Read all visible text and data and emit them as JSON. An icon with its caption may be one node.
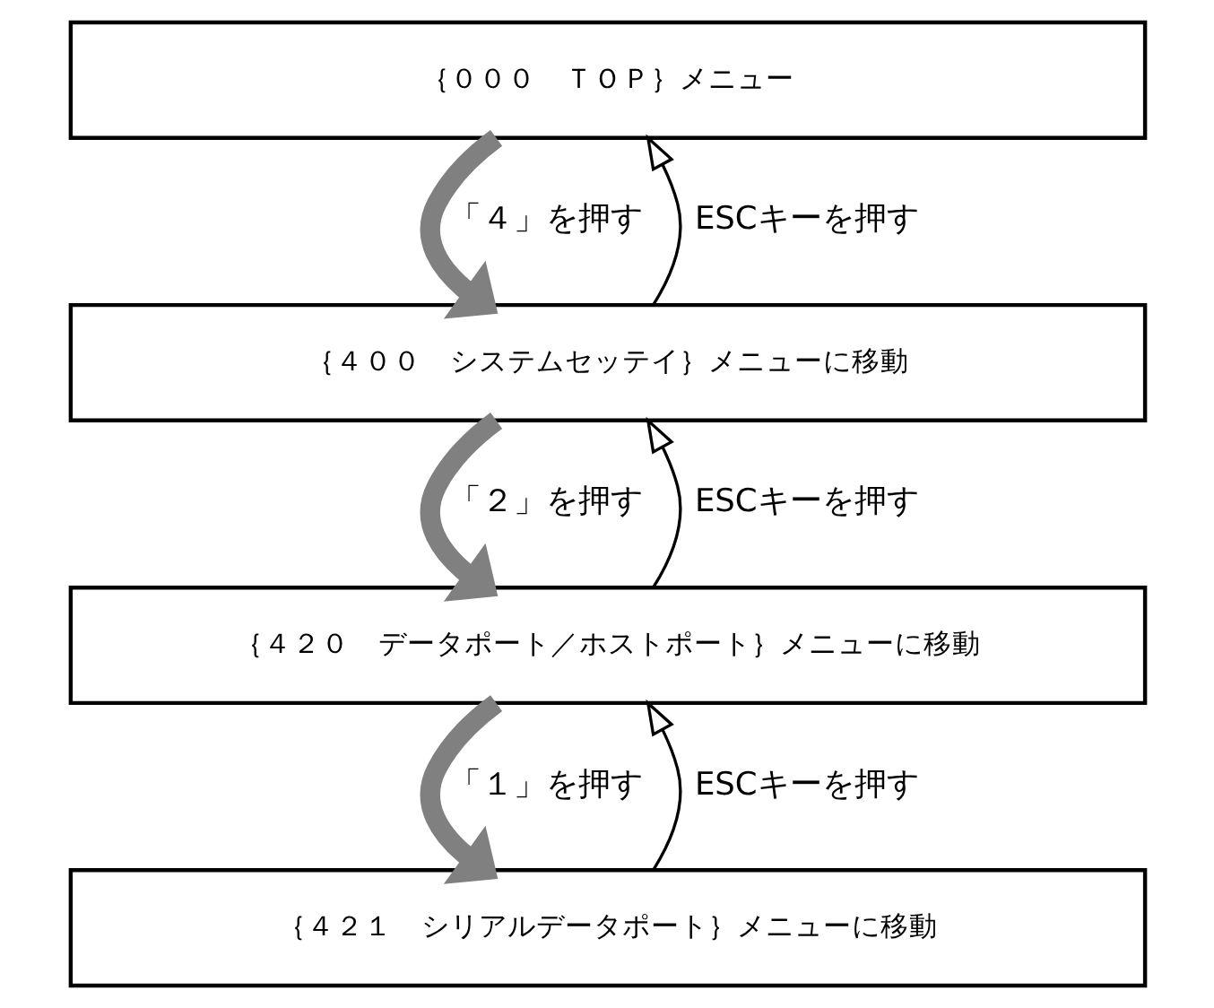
{
  "diagram": {
    "nodes": [
      {
        "text": [
          "｛０００　ＴＯＰ｝メニュー"
        ]
      },
      {
        "text": [
          "｛４００　システムセッテイ｝メニューに移動"
        ]
      },
      {
        "text": [
          "｛４２０　データポート／ホストポート｝メニューに移動"
        ]
      },
      {
        "text": [
          "｛４２１　シリアルデータポート｝メニューに移動"
        ]
      }
    ],
    "edges": [
      {
        "from": 0,
        "to": 1,
        "arrow": "to",
        "label": "「４」を押す",
        "style": "thick",
        "color": "#808080"
      },
      {
        "from": 1,
        "to": 0,
        "arrow": "to",
        "label": "ESCキーを押す",
        "color": "#000000"
      },
      {
        "from": 1,
        "to": 2,
        "arrow": "to",
        "label": "「２」を押す",
        "style": "thick",
        "color": "#808080"
      },
      {
        "from": 2,
        "to": 1,
        "arrow": "to",
        "label": "ESCキーを押す",
        "color": "#000000"
      },
      {
        "from": 2,
        "to": 3,
        "arrow": "to",
        "label": "「１」を押す",
        "style": "thick",
        "color": "#808080"
      },
      {
        "from": 3,
        "to": 2,
        "arrow": "to",
        "label": "ESCキーを押す",
        "color": "#000000"
      }
    ]
  }
}
